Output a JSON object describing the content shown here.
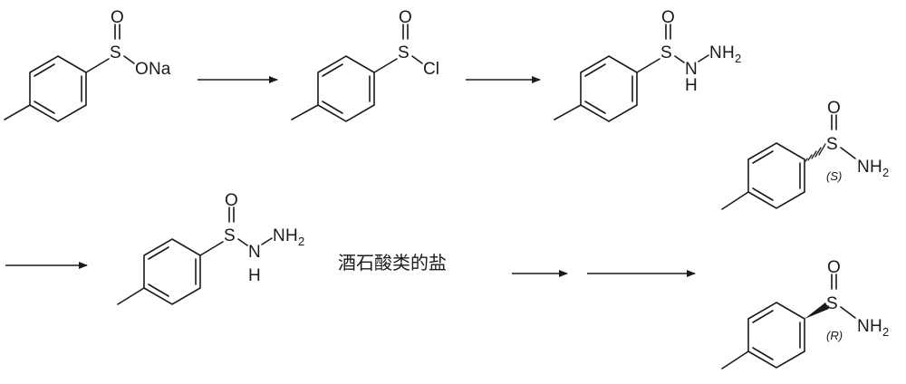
{
  "scheme": {
    "compounds": [
      {
        "name": "sodium-p-toluenesulfinate",
        "atoms": {
          "s": "S",
          "o": "O",
          "o2": "O",
          "na": "Na"
        }
      },
      {
        "name": "p-toluenesulfinyl-chloride",
        "atoms": {
          "s": "S",
          "o": "O",
          "cl": "Cl"
        }
      },
      {
        "name": "p-toluenesulfinyl-hydrazide",
        "atoms": {
          "s": "S",
          "o": "O",
          "n1": "N",
          "h": "H",
          "n2": "N",
          "h2": "H",
          "sub2": "2"
        }
      },
      {
        "name": "p-toluenesulfinyl-hydrazide-repeat",
        "atoms": {
          "s": "S",
          "o": "O",
          "n1": "N",
          "h": "H",
          "n2": "N",
          "h2": "H",
          "sub2": "2"
        }
      },
      {
        "name": "s-p-toluenesulfinamide",
        "atoms": {
          "s": "S",
          "o": "O",
          "n": "N",
          "h2": "H",
          "sub2": "2",
          "config": "(S)"
        }
      },
      {
        "name": "r-p-toluenesulfinamide",
        "atoms": {
          "s": "S",
          "o": "O",
          "n": "N",
          "h2": "H",
          "sub2": "2",
          "config": "(R)"
        }
      }
    ],
    "reagent_label": "酒石酸类的盐"
  }
}
